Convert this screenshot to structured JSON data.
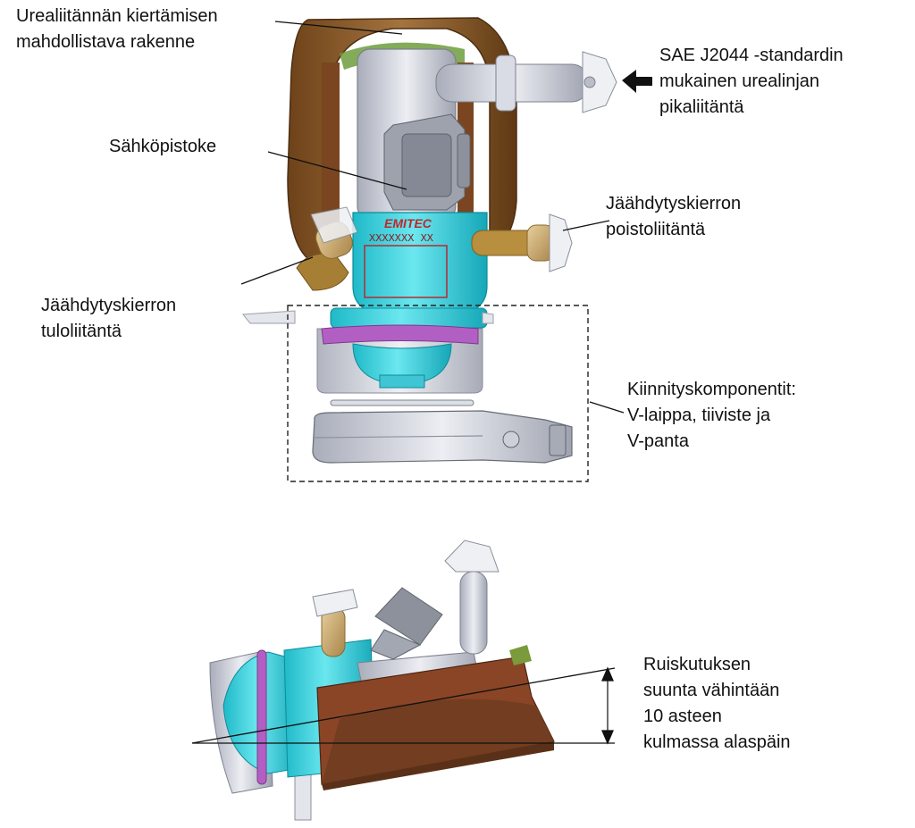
{
  "labels": {
    "rotation": {
      "lines": [
        "Urealiitännän kiertämisen",
        "mahdollistava rakenne"
      ]
    },
    "sae": {
      "lines": [
        "SAE J2044 -standardin",
        "mukainen urealinjan",
        "pikaliitäntä"
      ]
    },
    "plug": {
      "lines": [
        "Sähköpistoke"
      ]
    },
    "outlet": {
      "lines": [
        "Jäähdytyskierron",
        "poistoliitäntä"
      ]
    },
    "inlet": {
      "lines": [
        "Jäähdytyskierron",
        "tuloliitäntä"
      ]
    },
    "mounting": {
      "lines": [
        "Kiinnityskomponentit:",
        "V-laippa, tiiviste ja",
        "V-panta"
      ]
    },
    "spray": {
      "lines": [
        "Ruiskutuksen",
        "suunta vähintään",
        "10 asteen",
        "kulmassa alaspäin"
      ]
    }
  },
  "product": {
    "brand": "EMITEC",
    "code": "XXXXXXX XX"
  },
  "colors": {
    "brown": "#8a5a2b",
    "dark_brown": "#6b3c1e",
    "cyan": "#3fd3e0",
    "magenta": "#b25fc4",
    "gray": "#c9ccd6",
    "tan": "#c9a86a"
  },
  "icons": [
    "arrow-left-icon"
  ]
}
